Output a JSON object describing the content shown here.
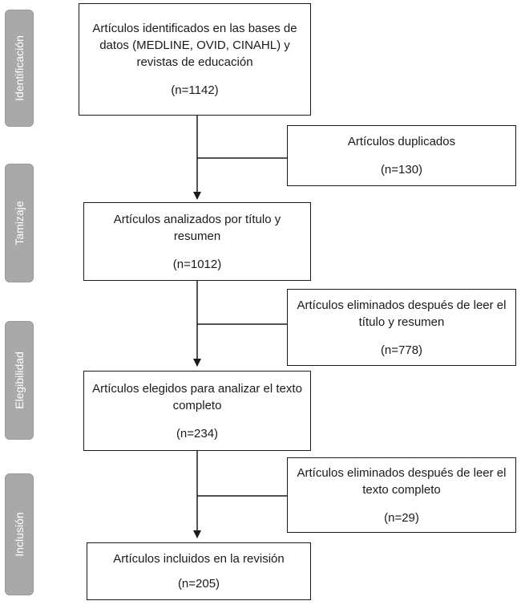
{
  "phases": {
    "identificacion": "Identificación",
    "tamizaje": "Tamizaje",
    "elegibilidad": "Elegibilidad",
    "inclusion": "Inclusión"
  },
  "boxes": {
    "identificados": {
      "text": "Artículos identificados en las bases de datos (MEDLINE, OVID, CINAHL) y revistas de educación",
      "count": "(n=1142)"
    },
    "duplicados": {
      "text": "Artículos duplicados",
      "count": "(n=130)"
    },
    "analizados": {
      "text": "Artículos analizados por título y resumen",
      "count": "(n=1012)"
    },
    "eliminados_titulo": {
      "text": "Artículos eliminados después de leer el título y resumen",
      "count": "(n=778)"
    },
    "elegidos": {
      "text": "Artículos elegidos para analizar el texto completo",
      "count": "(n=234)"
    },
    "eliminados_texto": {
      "text": "Artículos eliminados después de leer el texto completo",
      "count": "(n=29)"
    },
    "incluidos": {
      "text": "Artículos incluidos en la revisión",
      "count": "(n=205)"
    }
  }
}
